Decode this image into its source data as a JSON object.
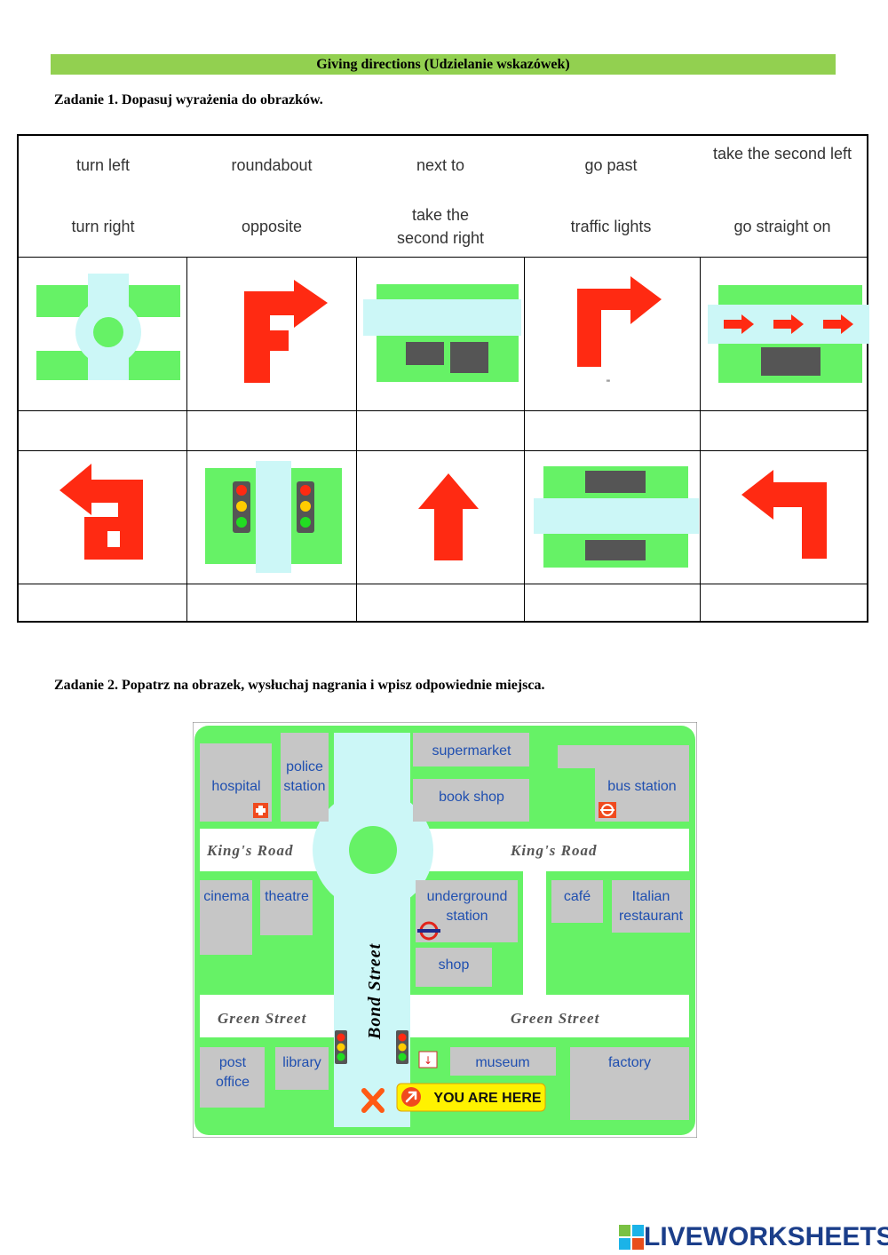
{
  "header": {
    "title": "Giving directions (Udzielanie wskazówek)"
  },
  "task1": {
    "title": "Zadanie 1. Dopasuj wyrażenia do obrazków.",
    "words_row1": [
      "turn left",
      "roundabout",
      "next to",
      "go past",
      "take the second left"
    ],
    "words_row2": [
      "turn right",
      "opposite",
      "take the second right",
      "traffic lights",
      "go straight on"
    ],
    "stray_mark": "\""
  },
  "task2": {
    "title": "Zadanie 2. Popatrz na obrazek, wysłuchaj nagrania i wpisz odpowiednie miejsca.",
    "places": {
      "hospital": "hospital",
      "police_line1": "police",
      "police_line2": "station",
      "supermarket": "supermarket",
      "book_shop": "book shop",
      "bus_station": "bus station",
      "cinema": "cinema",
      "theatre": "theatre",
      "underground_line1": "underground",
      "underground_line2": "station",
      "shop": "shop",
      "cafe": "café",
      "italian_line1": "Italian",
      "italian_line2": "restaurant",
      "post_line1": "post",
      "post_line2": "office",
      "library": "library",
      "museum": "museum",
      "factory": "factory"
    },
    "roads": {
      "kings_left": "King's Road",
      "kings_right": "King's Road",
      "green_left": "Green Street",
      "green_right": "Green Street",
      "bond": "Bond Street"
    },
    "you_are_here": "YOU ARE HERE"
  },
  "footer": {
    "logo_text": "LIVEWORKSHEETS"
  },
  "colors": {
    "green": "#66f266",
    "road": "#ccf7f7",
    "arrow": "#ff2a12",
    "building": "#c6c6c6",
    "title_bar": "#92d050"
  }
}
